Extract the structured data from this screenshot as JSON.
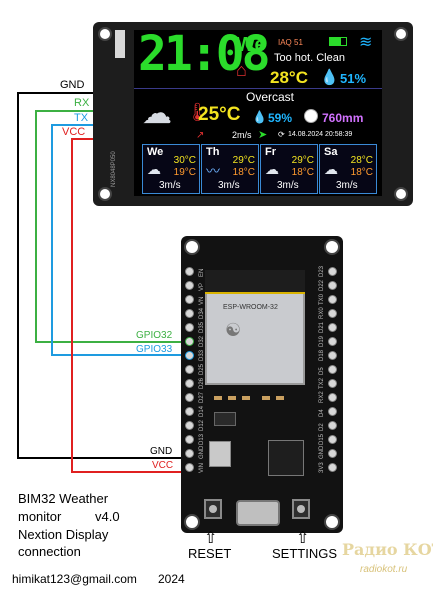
{
  "display": {
    "time": "21:08",
    "weekday": "We",
    "iaq": "IAQ 51",
    "status": "Too hot. Clean",
    "indoor_temp": "28°C",
    "indoor_humidity": "51%",
    "condition": "Overcast",
    "outdoor_temp": "25°C",
    "outdoor_humidity": "59%",
    "pressure": "760mm",
    "wind": "2m/s",
    "updated": "14.08.2024 20:58:39",
    "model_label": "NX8048P050",
    "forecast": [
      {
        "day": "We",
        "high": "30°C",
        "low": "19°C",
        "wind": "3m/s"
      },
      {
        "day": "Th",
        "high": "29°C",
        "low": "18°C",
        "wind": "3m/s"
      },
      {
        "day": "Fr",
        "high": "29°C",
        "low": "18°C",
        "wind": "3m/s"
      },
      {
        "day": "Sa",
        "high": "28°C",
        "low": "18°C",
        "wind": "3m/s"
      }
    ]
  },
  "wiring": {
    "left_labels": {
      "gnd": "GND",
      "rx": "RX",
      "tx": "TX",
      "vcc": "VCC"
    },
    "right_labels": {
      "gpio32": "GPIO32",
      "gpio33": "GPIO33",
      "gnd": "GND",
      "vcc": "VCC"
    },
    "colors": {
      "gnd": "#000000",
      "rx": "#3cb043",
      "tx": "#1e9be0",
      "vcc": "#e02020"
    }
  },
  "esp32": {
    "module_name": "ESP-WROOM-32",
    "left_pins": [
      "EN",
      "VP",
      "VN",
      "D34",
      "D35",
      "D32",
      "D33",
      "D25",
      "D26",
      "D27",
      "D14",
      "D12",
      "D13",
      "GND",
      "VIN"
    ],
    "right_pins": [
      "D23",
      "D22",
      "TX0",
      "RX0",
      "D21",
      "D19",
      "D18",
      "D5",
      "TX2",
      "RX2",
      "D4",
      "D2",
      "D15",
      "GND",
      "3V3"
    ]
  },
  "title": {
    "line1": "BIM32 Weather",
    "line2a": "monitor",
    "line2b": "v4.0",
    "line3": "Nextion Display",
    "line4": "connection"
  },
  "buttons": {
    "reset": "RESET",
    "settings": "SETTINGS"
  },
  "footer": {
    "email": "himikat123@gmail.com",
    "year": "2024"
  },
  "watermark": {
    "top": "Радио КОТ",
    "bottom": "radiokot.ru"
  }
}
